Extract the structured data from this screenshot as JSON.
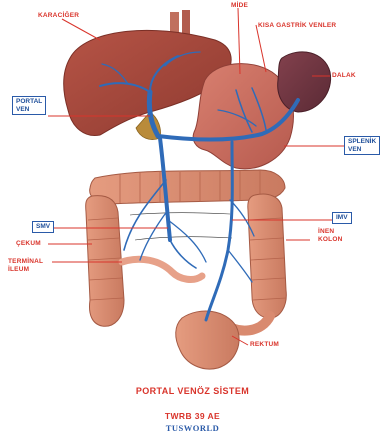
{
  "colors": {
    "label_red": "#d9342b",
    "vein_blue": "#2f6bb8",
    "liver": "#a9463a",
    "stomach": "#c96c5e",
    "spleen": "#6e3440",
    "intestine": "#d98a6f",
    "brand_blue": "#2a5aa8"
  },
  "labels": {
    "karaciger": "KARACİĞER",
    "mide": "MİDE",
    "kisa_gastrik_venler": "KISA GASTRİK VENLER",
    "dalak": "DALAK",
    "portal_ven_line1": "PORTAL",
    "portal_ven_line2": "VEN",
    "splenik_ven_line1": "SPLENİK",
    "splenik_ven_line2": "VEN",
    "smv": "SMV",
    "imv": "IMV",
    "inen_kolon_line1": "İNEN",
    "inen_kolon_line2": "KOLON",
    "cekum": "ÇEKUM",
    "terminal_ileum_line1": "TERMİNAL",
    "terminal_ileum_line2": "İLEUM",
    "rektum": "REKTUM"
  },
  "footer": {
    "title": "PORTAL VENÖZ SİSTEM",
    "code": "TWRB 39 AE",
    "brand": "TUSWORLD"
  }
}
